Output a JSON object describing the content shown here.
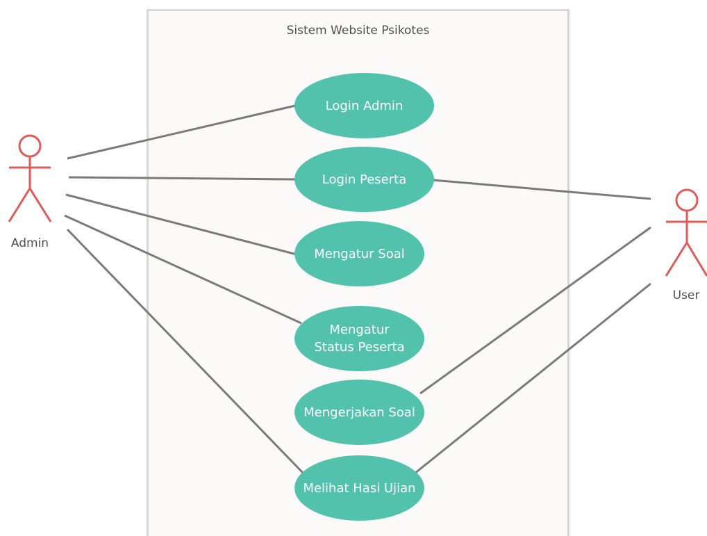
{
  "system": {
    "title": "Sistem Website Psikotes"
  },
  "actors": {
    "admin": {
      "label": "Admin"
    },
    "user": {
      "label": "User"
    }
  },
  "use_cases": [
    {
      "id": "login-admin",
      "label": "Login Admin"
    },
    {
      "id": "login-peserta",
      "label": "Login Peserta"
    },
    {
      "id": "mengatur-soal",
      "label": "Mengatur Soal"
    },
    {
      "id": "mengatur-status-peserta",
      "label": "Mengatur Status Peserta"
    },
    {
      "id": "mengerjakan-soal",
      "label": "Mengerjakan Soal"
    },
    {
      "id": "melihat-hasil-ujian",
      "label": "Melihat Hasi Ujian"
    }
  ],
  "associations": [
    {
      "from": "admin",
      "to": "login-admin"
    },
    {
      "from": "admin",
      "to": "login-peserta"
    },
    {
      "from": "admin",
      "to": "mengatur-soal"
    },
    {
      "from": "admin",
      "to": "mengatur-status-peserta"
    },
    {
      "from": "admin",
      "to": "melihat-hasil-ujian"
    },
    {
      "from": "user",
      "to": "login-peserta"
    },
    {
      "from": "user",
      "to": "mengerjakan-soal"
    },
    {
      "from": "user",
      "to": "melihat-hasil-ujian"
    }
  ],
  "colors": {
    "use_case_fill": "#52c2ad",
    "actor_stroke": "#e05a5a",
    "edge": "#7a7a7a",
    "boundary": "#d6d6d6"
  }
}
